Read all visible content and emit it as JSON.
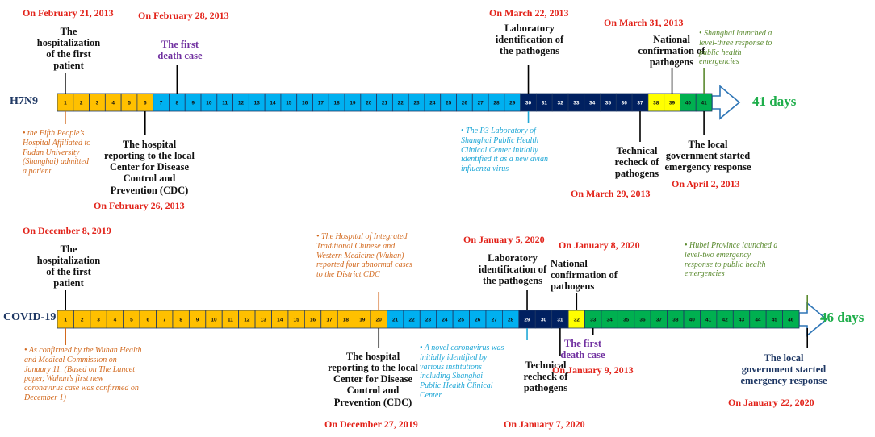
{
  "h7n9": {
    "label": "H7N9",
    "days_label": "41 days",
    "total_days": 41,
    "cells": [
      {
        "n": "1",
        "c": "#ffc000"
      },
      {
        "n": "2",
        "c": "#ffc000"
      },
      {
        "n": "3",
        "c": "#ffc000"
      },
      {
        "n": "4",
        "c": "#ffc000"
      },
      {
        "n": "5",
        "c": "#ffc000"
      },
      {
        "n": "6",
        "c": "#ffc000"
      },
      {
        "n": "7",
        "c": "#00b0f0"
      },
      {
        "n": "8",
        "c": "#00b0f0"
      },
      {
        "n": "9",
        "c": "#00b0f0"
      },
      {
        "n": "10",
        "c": "#00b0f0"
      },
      {
        "n": "11",
        "c": "#00b0f0"
      },
      {
        "n": "12",
        "c": "#00b0f0"
      },
      {
        "n": "13",
        "c": "#00b0f0"
      },
      {
        "n": "14",
        "c": "#00b0f0"
      },
      {
        "n": "15",
        "c": "#00b0f0"
      },
      {
        "n": "16",
        "c": "#00b0f0"
      },
      {
        "n": "17",
        "c": "#00b0f0"
      },
      {
        "n": "18",
        "c": "#00b0f0"
      },
      {
        "n": "19",
        "c": "#00b0f0"
      },
      {
        "n": "20",
        "c": "#00b0f0"
      },
      {
        "n": "21",
        "c": "#00b0f0"
      },
      {
        "n": "22",
        "c": "#00b0f0"
      },
      {
        "n": "23",
        "c": "#00b0f0"
      },
      {
        "n": "24",
        "c": "#00b0f0"
      },
      {
        "n": "25",
        "c": "#00b0f0"
      },
      {
        "n": "26",
        "c": "#00b0f0"
      },
      {
        "n": "27",
        "c": "#00b0f0"
      },
      {
        "n": "28",
        "c": "#00b0f0"
      },
      {
        "n": "29",
        "c": "#00b0f0"
      },
      {
        "n": "30",
        "c": "#002060"
      },
      {
        "n": "31",
        "c": "#002060"
      },
      {
        "n": "32",
        "c": "#002060"
      },
      {
        "n": "33",
        "c": "#002060"
      },
      {
        "n": "34",
        "c": "#002060"
      },
      {
        "n": "35",
        "c": "#002060"
      },
      {
        "n": "36",
        "c": "#002060"
      },
      {
        "n": "37",
        "c": "#002060"
      },
      {
        "n": "38",
        "c": "#ffff00"
      },
      {
        "n": "39",
        "c": "#ffff00"
      },
      {
        "n": "40",
        "c": "#00b050"
      },
      {
        "n": "41",
        "c": "#00b050"
      }
    ],
    "above": [
      {
        "id": "h-first-hosp",
        "date": "On February 21, 2013",
        "text": "The\nhospitalization\nof the first\npatient",
        "day": 1
      },
      {
        "id": "h-first-death",
        "date": "On February 28, 2013",
        "text": "The first\ndeath case",
        "day": 8,
        "style": "purple"
      },
      {
        "id": "h-lab-id",
        "date": "On March 22, 2013",
        "text": "Laboratory\nidentification of\nthe pathogens",
        "day": 30
      },
      {
        "id": "h-nat-conf",
        "date": "On March 31, 2013",
        "text": "National\nconfirmation of\npathogens",
        "day": 39
      }
    ],
    "below": [
      {
        "id": "h-cdc-report",
        "text": "The hospital\nreporting to the local\nCenter for Disease\nControl and\nPrevention (CDC)",
        "date": "On February 26, 2013",
        "day": 6
      },
      {
        "id": "h-tech-recheck",
        "text": "Technical\nrecheck of\npathogens",
        "date": "On March 29, 2013",
        "day": 37
      },
      {
        "id": "h-local-gov",
        "text": "The local\ngovernment started\nemergency response",
        "date": "On April 2,  2013",
        "day": 41
      }
    ],
    "notes": [
      {
        "id": "h-note-fifth",
        "text": "•  the Fifth People’s\nHospital Affiliated to\nFudan University\n(Shanghai) admitted\na patient",
        "color": "orange",
        "day": 1
      },
      {
        "id": "h-note-p3",
        "text": "•  The P3 Laboratory of\nShanghai Public Health\nClinical Center initially\nidentified it as a new avian\ninfluenza virus",
        "color": "cyan",
        "day": 30
      },
      {
        "id": "h-note-shanghai",
        "text": "•  Shanghai launched a\nlevel-three response to\npublic health\nemergencies",
        "color": "green",
        "day": 41
      }
    ]
  },
  "covid": {
    "label": "COVID-19",
    "days_label": "46 days",
    "total_days": 46,
    "cells": [
      {
        "n": "1",
        "c": "#ffc000"
      },
      {
        "n": "2",
        "c": "#ffc000"
      },
      {
        "n": "3",
        "c": "#ffc000"
      },
      {
        "n": "4",
        "c": "#ffc000"
      },
      {
        "n": "5",
        "c": "#ffc000"
      },
      {
        "n": "6",
        "c": "#ffc000"
      },
      {
        "n": "7",
        "c": "#ffc000"
      },
      {
        "n": "8",
        "c": "#ffc000"
      },
      {
        "n": "9",
        "c": "#ffc000"
      },
      {
        "n": "10",
        "c": "#ffc000"
      },
      {
        "n": "11",
        "c": "#ffc000"
      },
      {
        "n": "12",
        "c": "#ffc000"
      },
      {
        "n": "13",
        "c": "#ffc000"
      },
      {
        "n": "14",
        "c": "#ffc000"
      },
      {
        "n": "15",
        "c": "#ffc000"
      },
      {
        "n": "16",
        "c": "#ffc000"
      },
      {
        "n": "17",
        "c": "#ffc000"
      },
      {
        "n": "18",
        "c": "#ffc000"
      },
      {
        "n": "19",
        "c": "#ffc000"
      },
      {
        "n": "20",
        "c": "#ffc000"
      },
      {
        "n": "21",
        "c": "#00b0f0"
      },
      {
        "n": "22",
        "c": "#00b0f0"
      },
      {
        "n": "23",
        "c": "#00b0f0"
      },
      {
        "n": "24",
        "c": "#00b0f0"
      },
      {
        "n": "25",
        "c": "#00b0f0"
      },
      {
        "n": "26",
        "c": "#00b0f0"
      },
      {
        "n": "27",
        "c": "#00b0f0"
      },
      {
        "n": "28",
        "c": "#00b0f0"
      },
      {
        "n": "29",
        "c": "#002060"
      },
      {
        "n": "30",
        "c": "#002060"
      },
      {
        "n": "31",
        "c": "#002060"
      },
      {
        "n": "32",
        "c": "#ffff00"
      },
      {
        "n": "33",
        "c": "#00b050"
      },
      {
        "n": "34",
        "c": "#00b050"
      },
      {
        "n": "35",
        "c": "#00b050"
      },
      {
        "n": "36",
        "c": "#00b050"
      },
      {
        "n": "37",
        "c": "#00b050"
      },
      {
        "n": "38",
        "c": "#00b050"
      },
      {
        "n": "40",
        "c": "#00b050"
      },
      {
        "n": "41",
        "c": "#00b050"
      },
      {
        "n": "42",
        "c": "#00b050"
      },
      {
        "n": "43",
        "c": "#00b050"
      },
      {
        "n": "44",
        "c": "#00b050"
      },
      {
        "n": "45",
        "c": "#00b050"
      },
      {
        "n": "46",
        "c": "#00b050"
      }
    ],
    "above": [
      {
        "id": "c-first-hosp",
        "date": "On December 8, 2019",
        "text": "The\nhospitalization\nof the first\npatient",
        "day": 1
      },
      {
        "id": "c-lab-id",
        "date": "On January 5, 2020",
        "text": "Laboratory\nidentification of\nthe pathogens",
        "day": 29
      },
      {
        "id": "c-nat-conf",
        "date": "On January 8, 2020",
        "text": "National\nconfirmation of\npathogens",
        "day": 32
      }
    ],
    "below": [
      {
        "id": "c-cdc-report",
        "text": "The hospital\nreporting to the local\nCenter for Disease\nControl and\nPrevention (CDC)",
        "date": "On December 27, 2019",
        "day": 20
      },
      {
        "id": "c-tech-recheck",
        "text": "Technical\nrecheck of\npathogens",
        "date": "On January 7, 2020",
        "day": 31
      },
      {
        "id": "c-first-death",
        "text": "The first\ndeath case",
        "date": "On January 9, 2013",
        "day": 33,
        "style": "purple"
      },
      {
        "id": "c-local-gov",
        "text": "The local\ngovernment started\nemergency response",
        "date": "On January 22,  2020",
        "day": 46,
        "style": "navy"
      }
    ],
    "notes": [
      {
        "id": "c-note-integrated",
        "text": "•  The Hospital of Integrated\nTraditional Chinese and\nWestern Medicine (Wuhan)\nreported four abnormal cases\nto the District CDC",
        "color": "orange",
        "day": 20
      },
      {
        "id": "c-note-wuhan",
        "text": "•  As confirmed by the Wuhan Health\nand Medical Commission on\nJanuary 11. (Based on The Lancet\npaper, Wuhan’s first new\ncoronavirus case was confirmed on\nDecember 1)",
        "color": "orange",
        "day": 1
      },
      {
        "id": "c-note-novel",
        "text": "•  A novel coronavirus was\ninitially identified by\nvarious institutions\nincluding Shanghai\nPublic Health Clinical\nCenter",
        "color": "cyan",
        "day": 29
      },
      {
        "id": "c-note-hubei",
        "text": "•  Hubei Province launched a\nlevel-two emergency\nresponse to public health\nemergencies",
        "color": "green",
        "day": 46
      }
    ]
  }
}
